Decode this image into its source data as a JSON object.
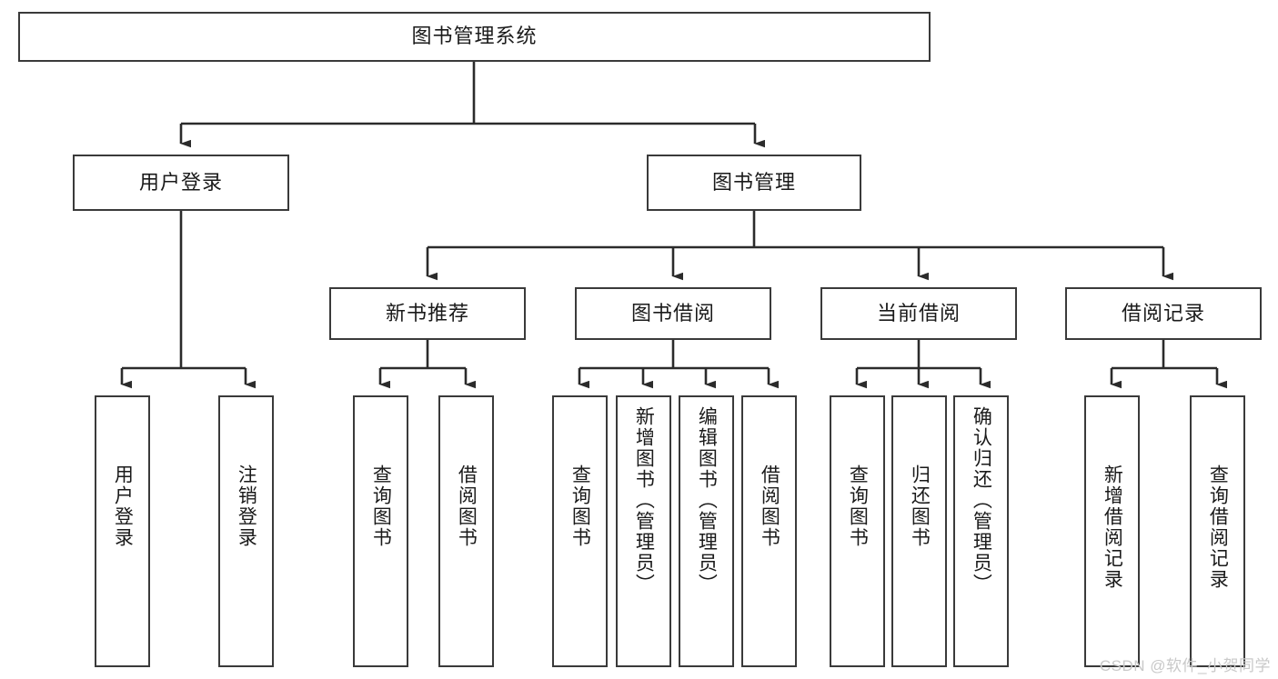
{
  "diagram": {
    "title": "图书管理系统",
    "root": {
      "label": "图书管理系统"
    },
    "level2": [
      {
        "label": "用户登录"
      },
      {
        "label": "图书管理"
      }
    ],
    "level3": [
      {
        "label": "新书推荐"
      },
      {
        "label": "图书借阅"
      },
      {
        "label": "当前借阅"
      },
      {
        "label": "借阅记录"
      }
    ],
    "leaves": {
      "user_login": [
        {
          "label": "用户登录"
        },
        {
          "label": "注销登录"
        }
      ],
      "new_book_recommend": [
        {
          "label": "查询图书"
        },
        {
          "label": "借阅图书"
        }
      ],
      "book_borrow": [
        {
          "label": "查询图书"
        },
        {
          "label": "新增图书（管理员）"
        },
        {
          "label": "编辑图书（管理员）"
        },
        {
          "label": "借阅图书"
        }
      ],
      "current_borrow": [
        {
          "label": "查询图书"
        },
        {
          "label": "归还图书"
        },
        {
          "label": "确认归还（管理员）"
        }
      ],
      "borrow_record": [
        {
          "label": "新增借阅记录"
        },
        {
          "label": "查询借阅记录"
        }
      ]
    }
  },
  "watermark": {
    "text": "CSDN @软件_小贺同学"
  },
  "colors": {
    "box_border": "#3a3a3a",
    "box_fill": "#ffffff",
    "text": "#1a1a1a",
    "edge": "#2b2b2b",
    "watermark": "#c9c9c9"
  }
}
